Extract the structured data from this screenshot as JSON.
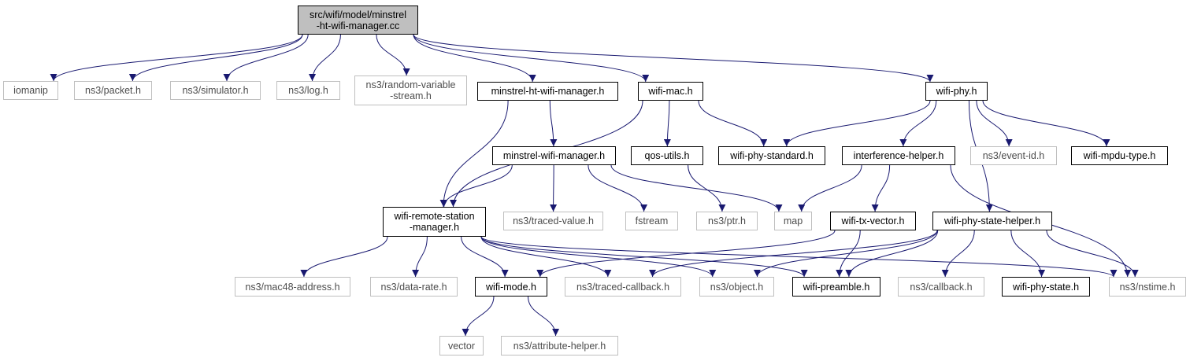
{
  "colors": {
    "edge": "#191970",
    "root_fill": "#bfbfbf",
    "external_border": "#bfbfbf",
    "header_border": "#000000"
  },
  "nodes": {
    "root": "src/wifi/model/minstrel\n-ht-wifi-manager.cc",
    "iomanip": "iomanip",
    "packet": "ns3/packet.h",
    "simulator": "ns3/simulator.h",
    "log": "ns3/log.h",
    "rvs": "ns3/random-variable\n-stream.h",
    "mhwm": "minstrel-ht-wifi-manager.h",
    "wifimac": "wifi-mac.h",
    "wifiphy": "wifi-phy.h",
    "mwm": "minstrel-wifi-manager.h",
    "qos": "qos-utils.h",
    "wps": "wifi-phy-standard.h",
    "ih": "interference-helper.h",
    "eventid": "ns3/event-id.h",
    "mpdu": "wifi-mpdu-type.h",
    "wrsm": "wifi-remote-station\n-manager.h",
    "tracedvalue": "ns3/traced-value.h",
    "fstream": "fstream",
    "ptr": "ns3/ptr.h",
    "map": "map",
    "txvec": "wifi-tx-vector.h",
    "pshelper": "wifi-phy-state-helper.h",
    "mac48": "ns3/mac48-address.h",
    "datarate": "ns3/data-rate.h",
    "wifimode": "wifi-mode.h",
    "tcb": "ns3/traced-callback.h",
    "object": "ns3/object.h",
    "preamble": "wifi-preamble.h",
    "callback": "ns3/callback.h",
    "phystate": "wifi-phy-state.h",
    "nstime": "ns3/nstime.h",
    "vector": "vector",
    "attrhelper": "ns3/attribute-helper.h"
  },
  "edges": [
    [
      "root",
      "iomanip"
    ],
    [
      "root",
      "packet"
    ],
    [
      "root",
      "simulator"
    ],
    [
      "root",
      "log"
    ],
    [
      "root",
      "rvs"
    ],
    [
      "root",
      "mhwm"
    ],
    [
      "root",
      "wifimac"
    ],
    [
      "root",
      "wifiphy"
    ],
    [
      "mhwm",
      "mwm"
    ],
    [
      "mhwm",
      "wrsm"
    ],
    [
      "wifimac",
      "wrsm"
    ],
    [
      "wifimac",
      "qos"
    ],
    [
      "wifimac",
      "wps"
    ],
    [
      "wifiphy",
      "wps"
    ],
    [
      "wifiphy",
      "ih"
    ],
    [
      "wifiphy",
      "eventid"
    ],
    [
      "wifiphy",
      "mpdu"
    ],
    [
      "wifiphy",
      "pshelper"
    ],
    [
      "mwm",
      "wrsm"
    ],
    [
      "mwm",
      "tracedvalue"
    ],
    [
      "mwm",
      "fstream"
    ],
    [
      "mwm",
      "map"
    ],
    [
      "qos",
      "ptr"
    ],
    [
      "ih",
      "map"
    ],
    [
      "ih",
      "txvec"
    ],
    [
      "ih",
      "nstime"
    ],
    [
      "txvec",
      "wifimode"
    ],
    [
      "txvec",
      "preamble"
    ],
    [
      "pshelper",
      "tcb"
    ],
    [
      "pshelper",
      "object"
    ],
    [
      "pshelper",
      "preamble"
    ],
    [
      "pshelper",
      "callback"
    ],
    [
      "pshelper",
      "phystate"
    ],
    [
      "pshelper",
      "nstime"
    ],
    [
      "wrsm",
      "mac48"
    ],
    [
      "wrsm",
      "datarate"
    ],
    [
      "wrsm",
      "wifimode"
    ],
    [
      "wrsm",
      "tcb"
    ],
    [
      "wrsm",
      "object"
    ],
    [
      "wrsm",
      "preamble"
    ],
    [
      "wrsm",
      "nstime"
    ],
    [
      "wifimode",
      "vector"
    ],
    [
      "wifimode",
      "attrhelper"
    ]
  ]
}
